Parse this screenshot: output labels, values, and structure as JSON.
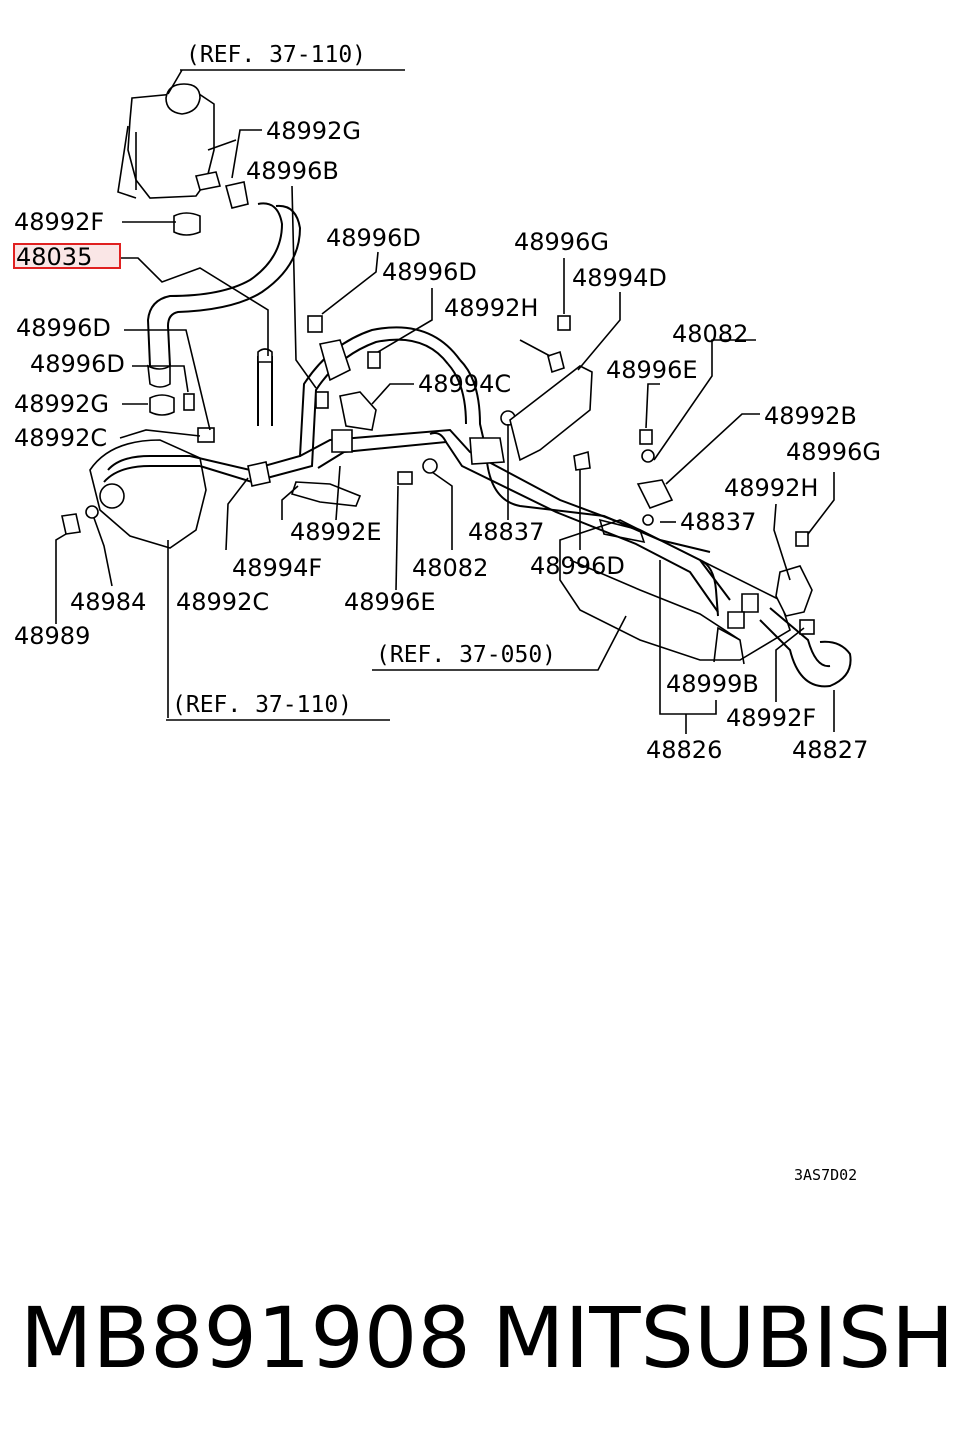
{
  "diagram": {
    "refs": {
      "top": "(REF. 37-110)",
      "middle": "(REF. 37-050)",
      "bottom": "(REF. 37-110)"
    },
    "highlighted_label": "48035",
    "labels": {
      "l_48992G_top": "48992G",
      "l_48996B": "48996B",
      "l_48992F_left": "48992F",
      "l_48996D_a": "48996D",
      "l_48996D_b": "48996D",
      "l_48992H_top": "48992H",
      "l_48996G_top": "48996G",
      "l_48994D": "48994D",
      "l_48996D_left1": "48996D",
      "l_48996D_left2": "48996D",
      "l_48992G_left": "48992G",
      "l_48992C_left": "48992C",
      "l_48994C": "48994C",
      "l_48082_right": "48082",
      "l_48996E_right": "48996E",
      "l_48992B": "48992B",
      "l_48996G_right": "48996G",
      "l_48992H_right": "48992H",
      "l_48837_right": "48837",
      "l_48992E": "48992E",
      "l_48837_mid": "48837",
      "l_48994F": "48994F",
      "l_48082_mid": "48082",
      "l_48996D_mid": "48996D",
      "l_48984": "48984",
      "l_48992C_bottom": "48992C",
      "l_48996E_bottom": "48996E",
      "l_48989": "48989",
      "l_48999B": "48999B",
      "l_48992F_right": "48992F",
      "l_48826": "48826",
      "l_48827": "48827"
    },
    "drawing_code": "3AS7D02"
  },
  "footer": {
    "part_number": "MB891908",
    "brand": "MITSUBISHI"
  }
}
